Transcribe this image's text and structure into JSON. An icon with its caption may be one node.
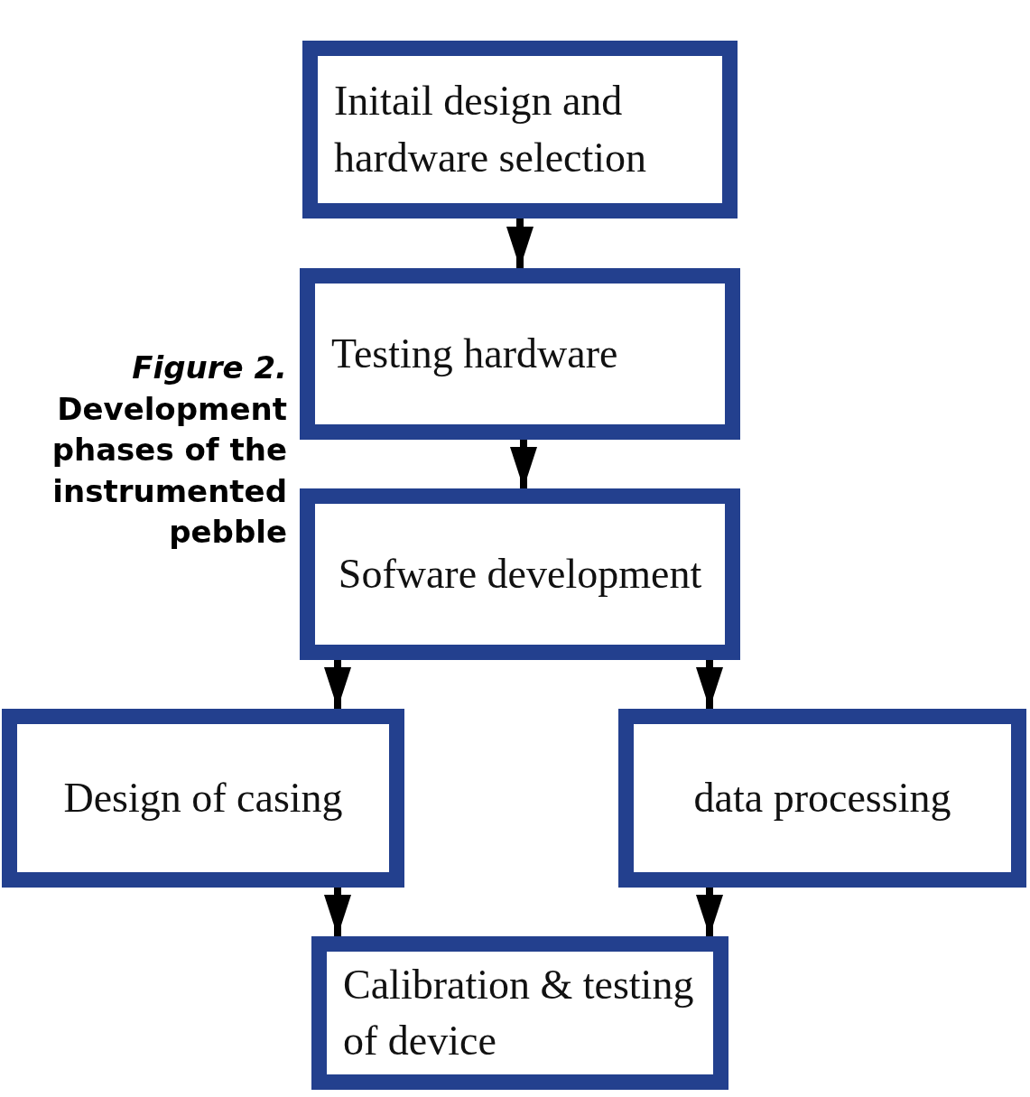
{
  "diagram": {
    "caption": "*Figure 2.* Development phases of the instrumented pebble",
    "nodes": [
      {
        "text": [
          "Initail design and hardware selection"
        ]
      },
      {
        "text": [
          "Testing hardware"
        ]
      },
      {
        "text": [
          "Sofware development"
        ]
      },
      {
        "text": [
          "Design of casing"
        ]
      },
      {
        "text": [
          "data processing"
        ]
      },
      {
        "text": [
          "Calibration & testing of device"
        ]
      }
    ],
    "edges": [
      {
        "from": 0,
        "to": 1,
        "arrow": "to"
      },
      {
        "from": 1,
        "to": 2,
        "arrow": "to"
      },
      {
        "from": 2,
        "to": 3,
        "arrow": "to"
      },
      {
        "from": 2,
        "to": 4,
        "arrow": "to"
      },
      {
        "from": 3,
        "to": 5,
        "arrow": "to"
      },
      {
        "from": 4,
        "to": 5,
        "arrow": "to"
      }
    ]
  }
}
